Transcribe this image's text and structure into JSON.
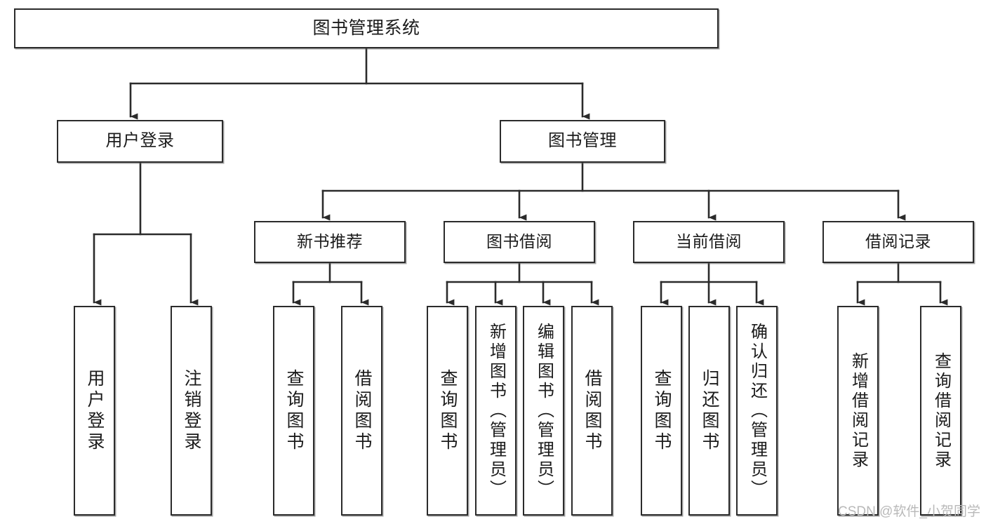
{
  "diagram": {
    "title": "图书管理系统",
    "type": "tree",
    "colors": {
      "box_border": "#2b2b2b",
      "box_fill": "#ffffff",
      "connector": "#2b2b2b",
      "text": "#1b1b1b",
      "watermark": "#b9b9b9",
      "background": "#ffffff"
    },
    "levels": {
      "root": "图书管理系统",
      "level2": [
        "用户登录",
        "图书管理"
      ],
      "level3": [
        "新书推荐",
        "图书借阅",
        "当前借阅",
        "借阅记录"
      ]
    },
    "nodes": {
      "root": {
        "label": "图书管理系统"
      },
      "user_login": {
        "label": "用户登录"
      },
      "book_mgmt": {
        "label": "图书管理"
      },
      "new_book_rec": {
        "label": "新书推荐"
      },
      "book_borrow": {
        "label": "图书借阅"
      },
      "current_borrow": {
        "label": "当前借阅"
      },
      "borrow_record": {
        "label": "借阅记录"
      },
      "leaf_user_login": {
        "label": "用户登录"
      },
      "leaf_logout": {
        "label": "注销登录"
      },
      "leaf_query_book_1": {
        "label": "查询图书"
      },
      "leaf_borrow_book_1": {
        "label": "借阅图书"
      },
      "leaf_query_book_2": {
        "label": "查询图书"
      },
      "leaf_add_book": {
        "label": "新增图书（管理员）"
      },
      "leaf_edit_book": {
        "label": "编辑图书（管理员）"
      },
      "leaf_borrow_book_2": {
        "label": "借阅图书"
      },
      "leaf_query_book_3": {
        "label": "查询图书"
      },
      "leaf_return_book": {
        "label": "归还图书"
      },
      "leaf_confirm_return": {
        "label": "确认归还（管理员）"
      },
      "leaf_add_record": {
        "label": "新增借阅记录"
      },
      "leaf_query_record": {
        "label": "查询借阅记录"
      }
    },
    "edges": [
      {
        "from": "root",
        "to": "user_login"
      },
      {
        "from": "root",
        "to": "book_mgmt"
      },
      {
        "from": "user_login",
        "to": "leaf_user_login"
      },
      {
        "from": "user_login",
        "to": "leaf_logout"
      },
      {
        "from": "book_mgmt",
        "to": "new_book_rec"
      },
      {
        "from": "book_mgmt",
        "to": "book_borrow"
      },
      {
        "from": "book_mgmt",
        "to": "current_borrow"
      },
      {
        "from": "book_mgmt",
        "to": "borrow_record"
      },
      {
        "from": "new_book_rec",
        "to": "leaf_query_book_1"
      },
      {
        "from": "new_book_rec",
        "to": "leaf_borrow_book_1"
      },
      {
        "from": "book_borrow",
        "to": "leaf_query_book_2"
      },
      {
        "from": "book_borrow",
        "to": "leaf_add_book"
      },
      {
        "from": "book_borrow",
        "to": "leaf_edit_book"
      },
      {
        "from": "book_borrow",
        "to": "leaf_borrow_book_2"
      },
      {
        "from": "current_borrow",
        "to": "leaf_query_book_3"
      },
      {
        "from": "current_borrow",
        "to": "leaf_return_book"
      },
      {
        "from": "current_borrow",
        "to": "leaf_confirm_return"
      },
      {
        "from": "borrow_record",
        "to": "leaf_add_record"
      },
      {
        "from": "borrow_record",
        "to": "leaf_query_record"
      }
    ]
  },
  "watermark": {
    "text": "CSDN @软件_小贺同学"
  }
}
